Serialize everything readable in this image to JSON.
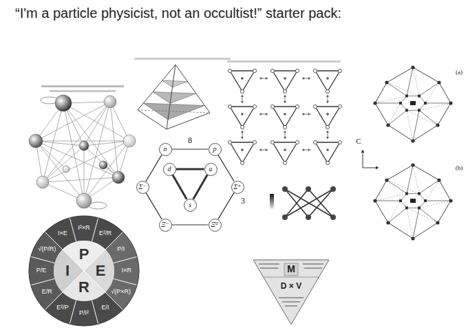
{
  "diagram": {
    "title": "“I'm a particle physicist, not an occultist!” starter pack:",
    "nodes": [
      {
        "text": [
          "n"
        ]
      },
      {
        "text": [
          "p"
        ]
      },
      {
        "text": [
          "d"
        ]
      },
      {
        "text": [
          "u"
        ]
      },
      {
        "text": [
          "Σ⁻"
        ]
      },
      {
        "text": [
          "Σ⁺"
        ]
      },
      {
        "text": [
          "s"
        ]
      },
      {
        "text": [
          "Ξ⁻"
        ]
      },
      {
        "text": [
          "Ξ⁰"
        ]
      }
    ],
    "edges": [
      {
        "from": 0,
        "to": 1,
        "arrow": "none"
      },
      {
        "from": 1,
        "to": 5,
        "arrow": "none"
      },
      {
        "from": 5,
        "to": 8,
        "arrow": "none"
      },
      {
        "from": 8,
        "to": 7,
        "arrow": "none"
      },
      {
        "from": 7,
        "to": 4,
        "arrow": "none"
      },
      {
        "from": 4,
        "to": 0,
        "arrow": "none"
      },
      {
        "from": 2,
        "to": 3,
        "arrow": "none"
      },
      {
        "from": 3,
        "to": 6,
        "arrow": "none"
      },
      {
        "from": 6,
        "to": 2,
        "arrow": "none"
      }
    ],
    "labels": [
      "8",
      "C",
      "3",
      "(a)",
      "(b)",
      "P",
      "E",
      "R",
      "I",
      "I×E",
      "I²×R",
      "E²/R",
      "P/I",
      "I×R",
      "√(P×R)",
      "E/I",
      "P/I²",
      "E²/P",
      "E/R",
      "P/E",
      "√(P/R)",
      "M",
      "D × V"
    ]
  }
}
